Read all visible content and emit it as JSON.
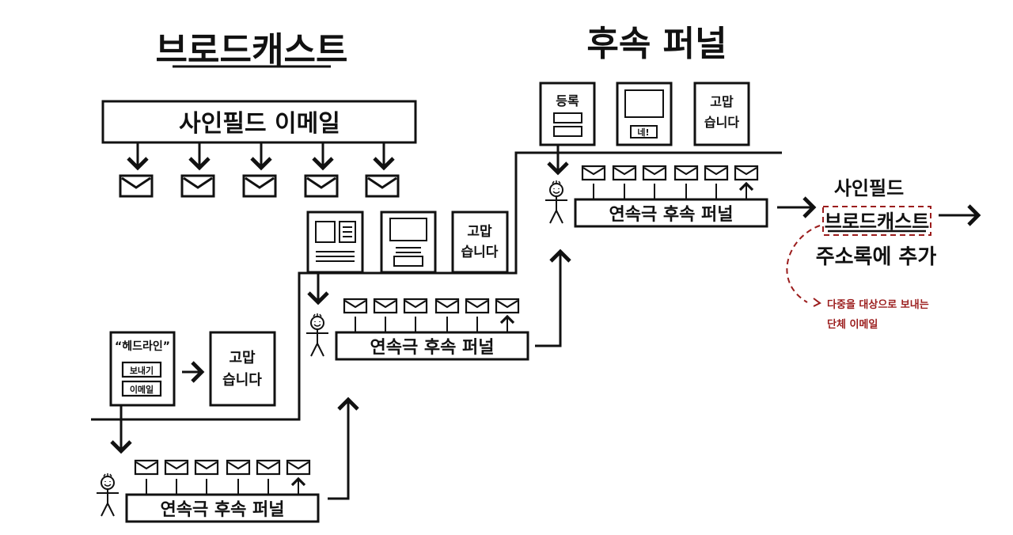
{
  "titles": {
    "broadcast": "브로드캐스트",
    "followup": "후속 퍼널"
  },
  "broadcast": {
    "signup_email_label": "사인필드 이메일",
    "email_count": 5
  },
  "stage1": {
    "headline_box": {
      "quote_title": "“헤드라인”",
      "button1": "보내기",
      "button2": "이메일"
    },
    "thanks_box": [
      "고맙",
      "습니다"
    ],
    "funnel_label": "연속극 후속 퍼널",
    "email_count": 6
  },
  "stage2": {
    "thanks_box": [
      "고맙",
      "습니다"
    ],
    "funnel_label": "연속극 후속 퍼널",
    "email_count": 6
  },
  "stage3": {
    "register_box": "등록",
    "video_button": "네!",
    "thanks_box": [
      "고맙",
      "습니다"
    ],
    "funnel_label": "연속극 후속 퍼널",
    "email_count": 6
  },
  "outcome": {
    "line1": "사인필드",
    "line2": "브로드캐스트",
    "line3": "주소록에 추가"
  },
  "annotation": {
    "line1": "다중을 대상으로 보내는",
    "line2": "단체 이메일",
    "color": "#9b1c1c"
  }
}
